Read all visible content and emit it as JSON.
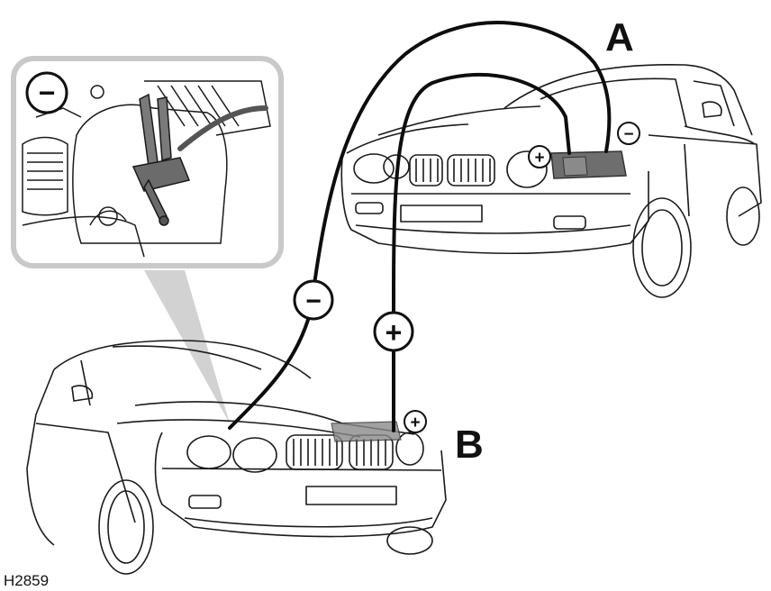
{
  "labels": {
    "vehicle_a": "A",
    "vehicle_b": "B",
    "figure_code": "H2859"
  },
  "symbols": {
    "minus": "−",
    "plus": "+"
  },
  "inset": {
    "polarity": "−"
  },
  "colors": {
    "line": "#1a1a1a",
    "cable": "#0d0d0d",
    "battery": "#6e6e6e",
    "inset_border": "#c9c9c9",
    "pointer": "#cfcfcf"
  },
  "icons": [
    "minus-icon",
    "plus-icon"
  ]
}
